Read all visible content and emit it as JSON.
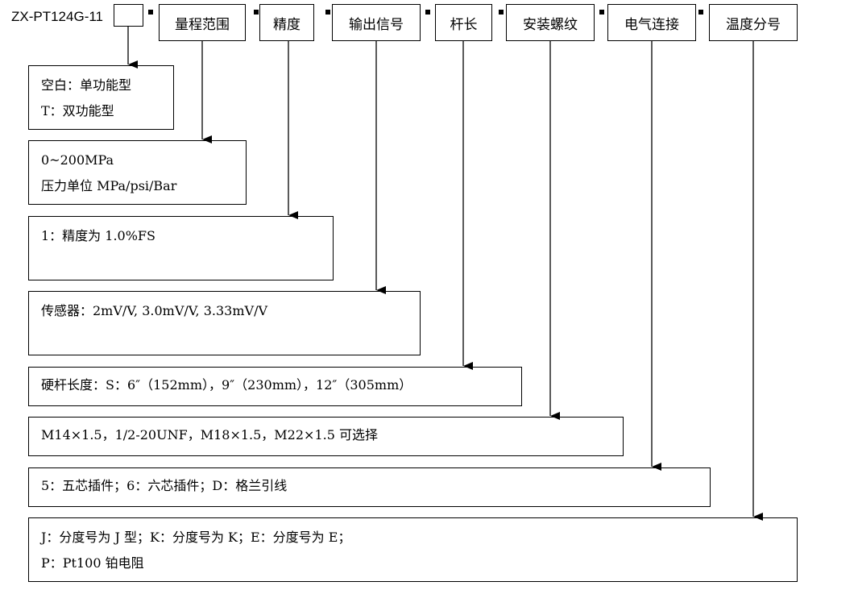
{
  "header": {
    "model": "ZX-PT124G-11",
    "fields": [
      "量程范围",
      "精度",
      "输出信号",
      "杆长",
      "安装螺纹",
      "电气连接",
      "温度分号"
    ]
  },
  "options": [
    [
      "空白：单功能型",
      "T：双功能型"
    ],
    [
      "0~200MPa",
      "压力单位 MPa/psi/Bar"
    ],
    [
      "1：精度为 1.0%FS"
    ],
    [
      "传感器：2mV/V, 3.0mV/V, 3.33mV/V"
    ],
    [
      "硬杆长度：S：6″（152mm），9″（230mm），12″（305mm）"
    ],
    [
      "M14×1.5，1/2-20UNF，M18×1.5，M22×1.5 可选择"
    ],
    [
      "5：五芯插件；6：六芯插件；D：格兰引线"
    ],
    [
      "J：分度号为 J 型；K：分度号为 K；E：分度号为 E；",
      "P：Pt100 铂电阻"
    ]
  ]
}
